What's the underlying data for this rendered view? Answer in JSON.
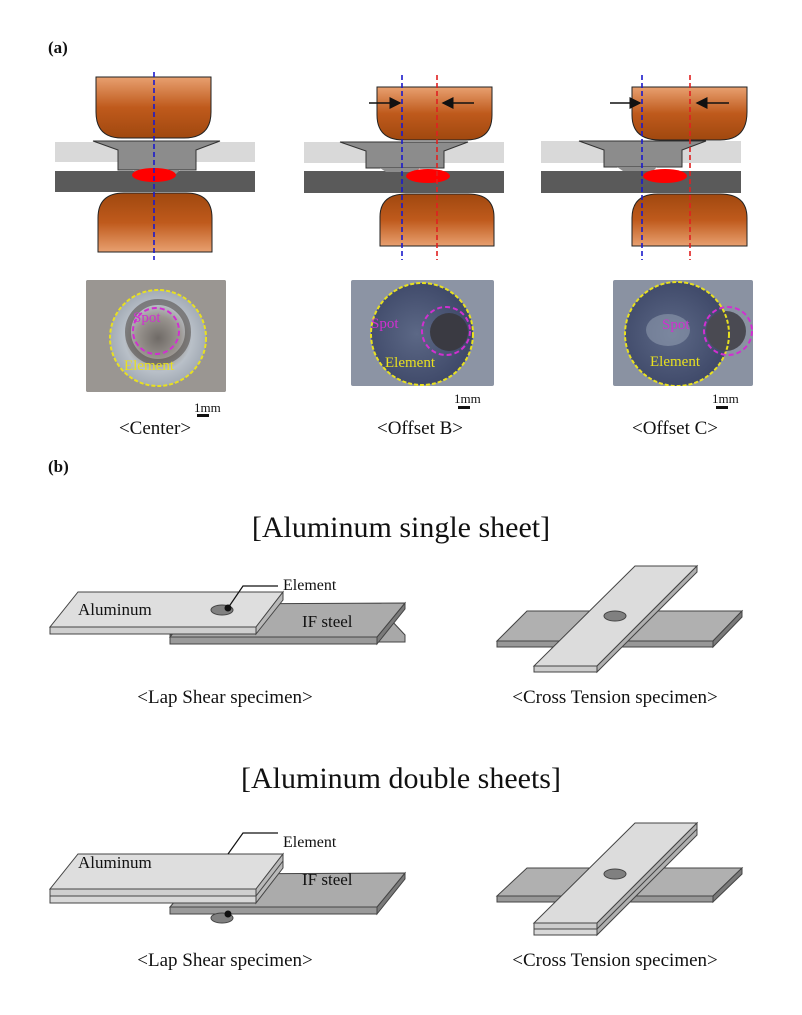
{
  "panels": {
    "a": {
      "label": "(a)",
      "configurations": [
        {
          "name": "center",
          "caption": "<Center>",
          "spot_label": "Spot",
          "element_label": "Element",
          "scale_label": "1mm"
        },
        {
          "name": "offset-b",
          "caption": "<Offset  B>",
          "spot_label": "Spot",
          "element_label": "Element",
          "scale_label": "1mm"
        },
        {
          "name": "offset-c",
          "caption": "<Offset  C>",
          "spot_label": "Spot",
          "element_label": "Element",
          "scale_label": "1mm"
        }
      ]
    },
    "b": {
      "label": "(b)",
      "sections": [
        {
          "title": "[Aluminum single sheet]",
          "lap_shear": {
            "aluminum_label": "Aluminum",
            "steel_label": "IF steel",
            "element_label": "Element",
            "caption": "<Lap Shear specimen>"
          },
          "cross_tension": {
            "caption": "<Cross Tension specimen>"
          }
        },
        {
          "title": "[Aluminum double sheets]",
          "lap_shear": {
            "aluminum_label": "Aluminum",
            "steel_label": "IF steel",
            "element_label": "Element",
            "caption": "<Lap Shear specimen>"
          },
          "cross_tension": {
            "caption": "<Cross Tension specimen>"
          }
        }
      ]
    }
  },
  "colors": {
    "electrode": "#b85a24",
    "electrode_light": "#e8a070",
    "nugget": "#ff0000",
    "center_line": "#1a1acc",
    "offset_line": "#e02020",
    "aluminum_sheet": "#d9d9d9",
    "steel_sheet": "#5a5a5a",
    "element": "#8a8a8a",
    "element_outline": "#e8e020",
    "spot_outline": "#d030d0"
  }
}
